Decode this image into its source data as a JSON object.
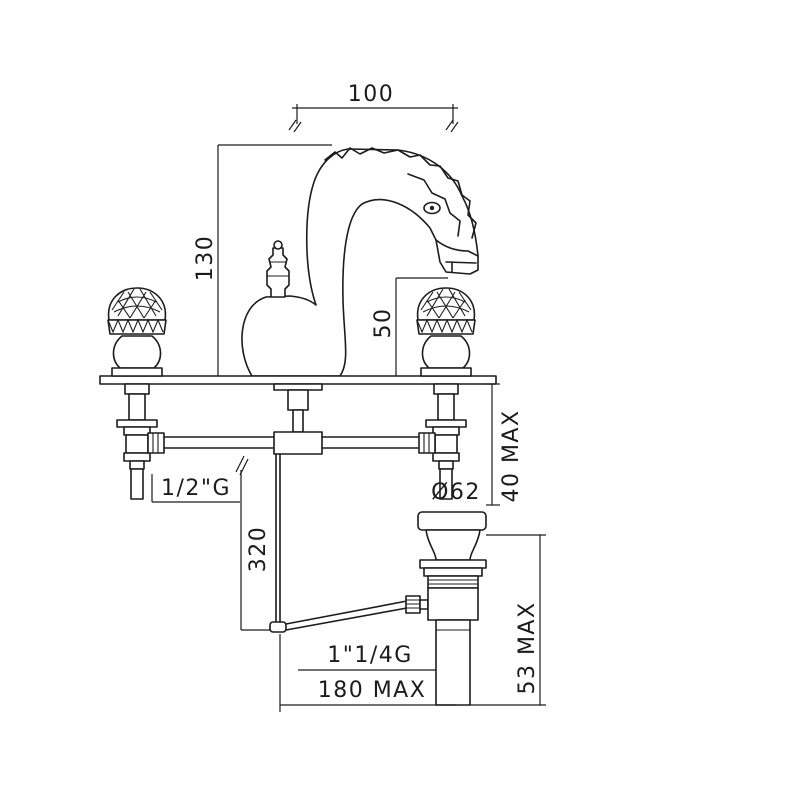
{
  "dimensions": {
    "spout_reach": "100",
    "overall_height": "130",
    "spout_clearance": "50",
    "deck_thickness": "40 MAX",
    "waste_flange_diameter": "Ø62",
    "supply_thread": "1/2\"G",
    "pull_rod_length": "320",
    "waste_thread": "1\"1/4G",
    "waste_distance": "180 MAX",
    "waste_height": "53 MAX"
  }
}
